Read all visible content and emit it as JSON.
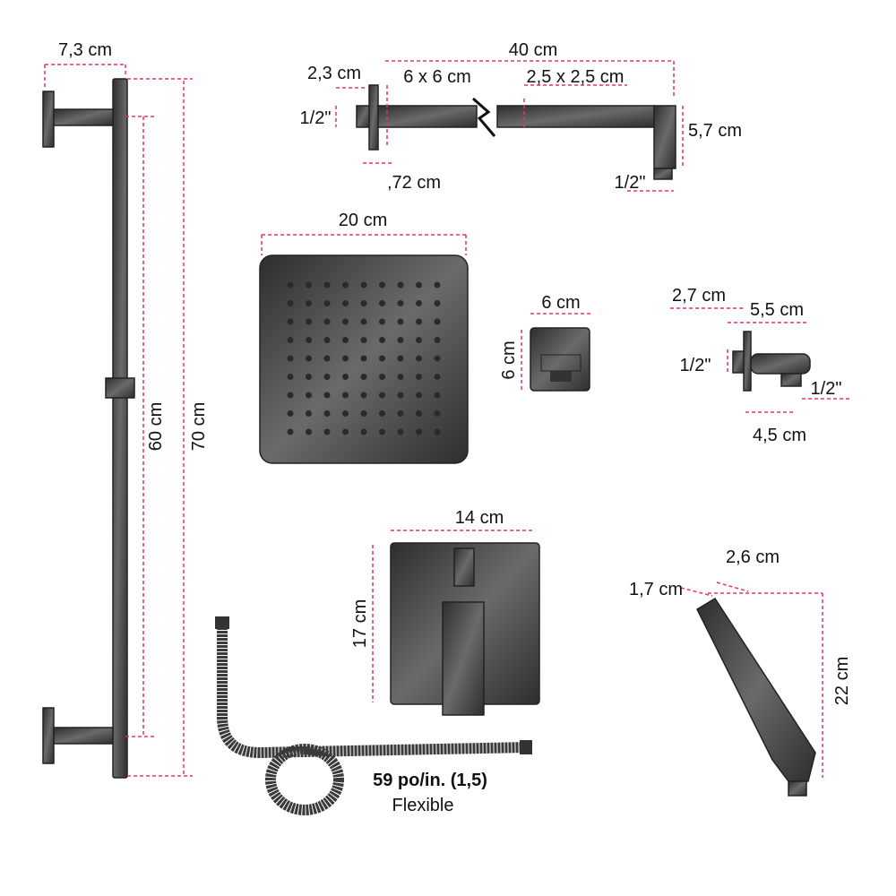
{
  "colors": {
    "dimension_line": "#e8336a",
    "metal": "#4a4a4a"
  },
  "slide_bar": {
    "width": "7,3 cm",
    "height_inner": "60 cm",
    "height_total": "70 cm"
  },
  "shower_arm": {
    "length": "40 cm",
    "flange_depth": "2,3 cm",
    "flange_size": "6 x 6 cm",
    "arm_section": "2,5 x 2,5 cm",
    "drop": "5,7 cm",
    "inlet_thread": "1/2\"",
    "outlet_thread": "1/2\"",
    "flange_thickness": ",72 cm"
  },
  "rain_head": {
    "width": "20 cm"
  },
  "holder": {
    "width": "6 cm",
    "height": "6 cm"
  },
  "elbow": {
    "depth": "2,7 cm",
    "width": "5,5 cm",
    "inlet_thread": "1/2\"",
    "outlet_thread": "1/2\"",
    "spacing": "4,5 cm"
  },
  "valve": {
    "width": "14 cm",
    "height": "17 cm"
  },
  "hose": {
    "length": "59 po/in. (1,5)",
    "type": "Flexible"
  },
  "hand_shower": {
    "depth": "1,7 cm",
    "width": "2,6 cm",
    "length": "22 cm"
  }
}
